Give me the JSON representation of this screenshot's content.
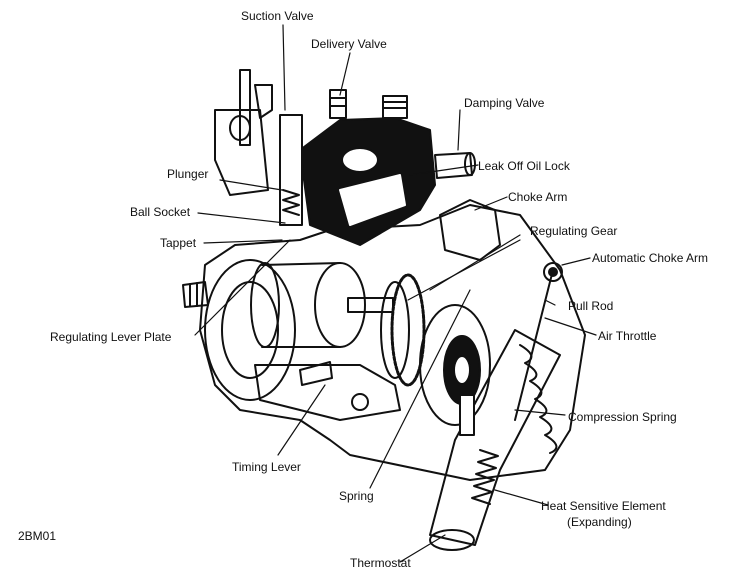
{
  "figure_id": "2BM01",
  "labels": {
    "suction_valve": "Suction Valve",
    "delivery_valve": "Delivery Valve",
    "damping_valve": "Damping Valve",
    "leak_off_oil_lock": "Leak Off Oil Lock",
    "choke_arm": "Choke Arm",
    "plunger": "Plunger",
    "ball_socket": "Ball Socket",
    "regulating_gear": "Regulating Gear",
    "tappet": "Tappet",
    "automatic_choke_arm": "Automatic Choke Arm",
    "pull_rod": "Pull Rod",
    "regulating_lever_plate": "Regulating Lever Plate",
    "air_throttle": "Air Throttle",
    "compression_spring": "Compression Spring",
    "timing_lever": "Timing Lever",
    "spring": "Spring",
    "heat_sensitive_element": "Heat Sensitive Element",
    "expanding": "(Expanding)",
    "thermostat": "Thermostat"
  }
}
